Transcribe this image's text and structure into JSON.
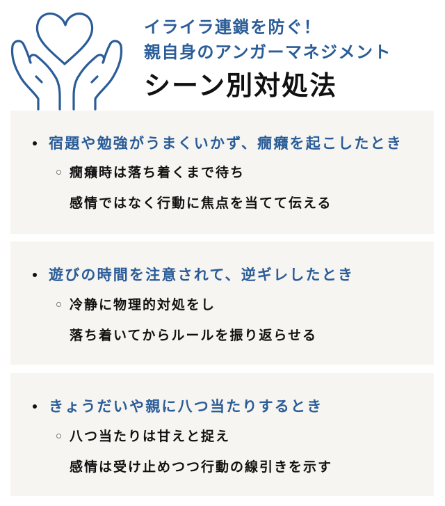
{
  "header": {
    "subtitle_line1": "イライラ連鎖を防ぐ！",
    "subtitle_line2": "親自身のアンガーマネジメント",
    "title": "シーン別対処法",
    "logo_icon": "heart-in-hands-icon"
  },
  "colors": {
    "accent": "#2a5c97",
    "panel_bg": "#f6f5f1",
    "text": "#111111",
    "background": "#ffffff"
  },
  "scenes": [
    {
      "heading": "宿題や勉強がうまくいかず、癇癪を起こしたとき",
      "tips": [
        "癇癪時は落ち着くまで待ち",
        "感情ではなく行動に焦点を当てて伝える"
      ]
    },
    {
      "heading": "遊びの時間を注意されて、逆ギレしたとき",
      "tips": [
        "冷静に物理的対処をし",
        "落ち着いてからルールを振り返らせる"
      ]
    },
    {
      "heading": "きょうだいや親に八つ当たりするとき",
      "tips": [
        "八つ当たりは甘えと捉え",
        "感情は受け止めつつ行動の線引きを示す"
      ]
    }
  ]
}
